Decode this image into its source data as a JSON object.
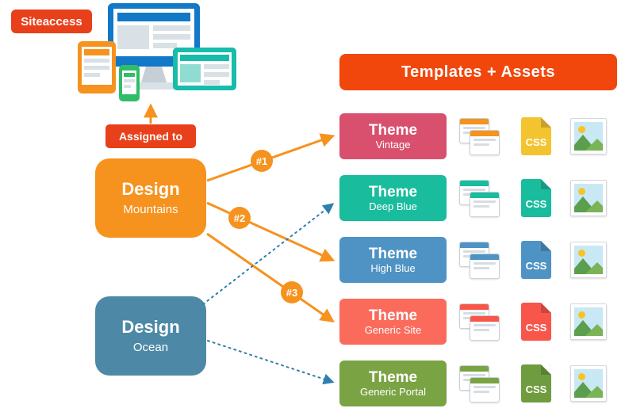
{
  "siteaccess": {
    "label": "Siteaccess",
    "color": "#e8401a"
  },
  "assigned_to": {
    "label": "Assigned to",
    "color": "#e8401a"
  },
  "designs": [
    {
      "title": "Design",
      "subtitle": "Mountains",
      "color": "#f6921e"
    },
    {
      "title": "Design",
      "subtitle": "Ocean",
      "color": "#4d89a6"
    }
  ],
  "header": {
    "label": "Templates + Assets",
    "color": "#f1470d"
  },
  "themes": [
    {
      "title": "Theme",
      "subtitle": "Vintage",
      "color": "#d94f6e",
      "browser_accent": "#f6921e",
      "css_color": "#f3c42f",
      "css_label": "CSS"
    },
    {
      "title": "Theme",
      "subtitle": "Deep Blue",
      "color": "#19bc9c",
      "browser_accent": "#19bc9c",
      "css_color": "#19bc9c",
      "css_label": "CSS"
    },
    {
      "title": "Theme",
      "subtitle": "High Blue",
      "color": "#4e93c4",
      "browser_accent": "#4e93c4",
      "css_color": "#4e93c4",
      "css_label": "CSS"
    },
    {
      "title": "Theme",
      "subtitle": "Generic Site",
      "color": "#fb6b5b",
      "browser_accent": "#f8564a",
      "css_color": "#f8564a",
      "css_label": "CSS"
    },
    {
      "title": "Theme",
      "subtitle": "Generic Portal",
      "color": "#7aa343",
      "browser_accent": "#7aa343",
      "css_color": "#6f9c3f",
      "css_label": "CSS"
    }
  ],
  "connections": {
    "badges": [
      {
        "label": "#1"
      },
      {
        "label": "#2"
      },
      {
        "label": "#3"
      }
    ],
    "solid_arrows": [
      {
        "from": "Design Mountains",
        "to": "Theme Vintage",
        "label": "#1"
      },
      {
        "from": "Design Mountains",
        "to": "Theme High Blue",
        "label": "#2"
      },
      {
        "from": "Design Mountains",
        "to": "Theme Generic Site",
        "label": "#3"
      }
    ],
    "dotted_arrows": [
      {
        "from": "Design Ocean",
        "to": "Theme Deep Blue"
      },
      {
        "from": "Design Ocean",
        "to": "Theme Generic Portal"
      }
    ],
    "assigned_arrow": {
      "from": "Assigned to",
      "to": "Siteaccess devices"
    }
  },
  "colors": {
    "arrow_solid": "#f6921e",
    "arrow_dotted": "#2e7fae",
    "badge_red": "#e8401a",
    "header_red": "#f1470d"
  }
}
